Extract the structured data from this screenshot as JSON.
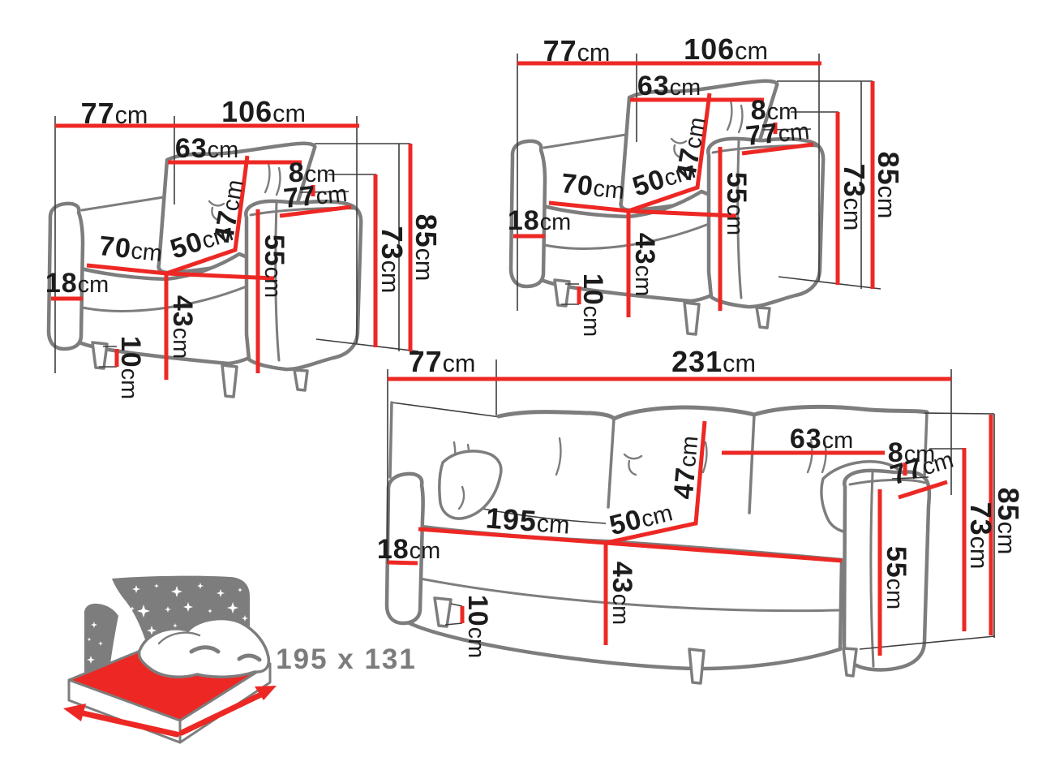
{
  "palette": {
    "dimension_red": "#ed2824",
    "furniture_outline_gray": "#7d7d7d",
    "reference_line_dark": "#3e3e3e",
    "label_text": "#1c1c1c",
    "bed_icon_gray": "#7d7d7d",
    "bed_label_gray": "#7c7c7c",
    "background": "#ffffff"
  },
  "armchair_left": {
    "title": "armchair (left)",
    "dims": {
      "depth_top": {
        "v": "77",
        "u": "cm"
      },
      "width_top": {
        "v": "106",
        "u": "cm"
      },
      "cushion_width": {
        "v": "63",
        "u": "cm"
      },
      "back_gap": {
        "v": "8",
        "u": "cm"
      },
      "armrest_length": {
        "v": "77",
        "u": "cm"
      },
      "cushion_height": {
        "v": "47",
        "u": "cm"
      },
      "seat_width": {
        "v": "70",
        "u": "cm"
      },
      "seat_depth": {
        "v": "50",
        "u": "cm"
      },
      "armrest_height": {
        "v": "55",
        "u": "cm"
      },
      "base_side_height": {
        "v": "18",
        "u": "cm"
      },
      "seat_height": {
        "v": "43",
        "u": "cm"
      },
      "leg_height": {
        "v": "10",
        "u": "cm"
      },
      "backrest_height": {
        "v": "73",
        "u": "cm"
      },
      "total_height": {
        "v": "85",
        "u": "cm"
      }
    }
  },
  "armchair_right": {
    "title": "armchair (right)",
    "dims": {
      "depth_top": {
        "v": "77",
        "u": "cm"
      },
      "width_top": {
        "v": "106",
        "u": "cm"
      },
      "cushion_width": {
        "v": "63",
        "u": "cm"
      },
      "back_gap": {
        "v": "8",
        "u": "cm"
      },
      "armrest_length": {
        "v": "77",
        "u": "cm"
      },
      "cushion_height": {
        "v": "47",
        "u": "cm"
      },
      "seat_width": {
        "v": "70",
        "u": "cm"
      },
      "seat_depth": {
        "v": "50",
        "u": "cm"
      },
      "armrest_height": {
        "v": "55",
        "u": "cm"
      },
      "base_side_height": {
        "v": "18",
        "u": "cm"
      },
      "seat_height": {
        "v": "43",
        "u": "cm"
      },
      "leg_height": {
        "v": "10",
        "u": "cm"
      },
      "backrest_height": {
        "v": "73",
        "u": "cm"
      },
      "total_height": {
        "v": "85",
        "u": "cm"
      }
    }
  },
  "sofa": {
    "title": "sofa",
    "dims": {
      "depth_top": {
        "v": "77",
        "u": "cm"
      },
      "width_top": {
        "v": "231",
        "u": "cm"
      },
      "cushion_width": {
        "v": "63",
        "u": "cm"
      },
      "back_gap": {
        "v": "8",
        "u": "cm"
      },
      "armrest_length": {
        "v": "77",
        "u": "cm"
      },
      "cushion_height": {
        "v": "47",
        "u": "cm"
      },
      "seat_width": {
        "v": "195",
        "u": "cm"
      },
      "seat_depth": {
        "v": "50",
        "u": "cm"
      },
      "armrest_height": {
        "v": "55",
        "u": "cm"
      },
      "base_side_height": {
        "v": "18",
        "u": "cm"
      },
      "seat_height": {
        "v": "43",
        "u": "cm"
      },
      "leg_height": {
        "v": "10",
        "u": "cm"
      },
      "backrest_height": {
        "v": "73",
        "u": "cm"
      },
      "total_height": {
        "v": "85",
        "u": "cm"
      }
    }
  },
  "bed_icon": {
    "sleeping_area": "195 x 131"
  }
}
